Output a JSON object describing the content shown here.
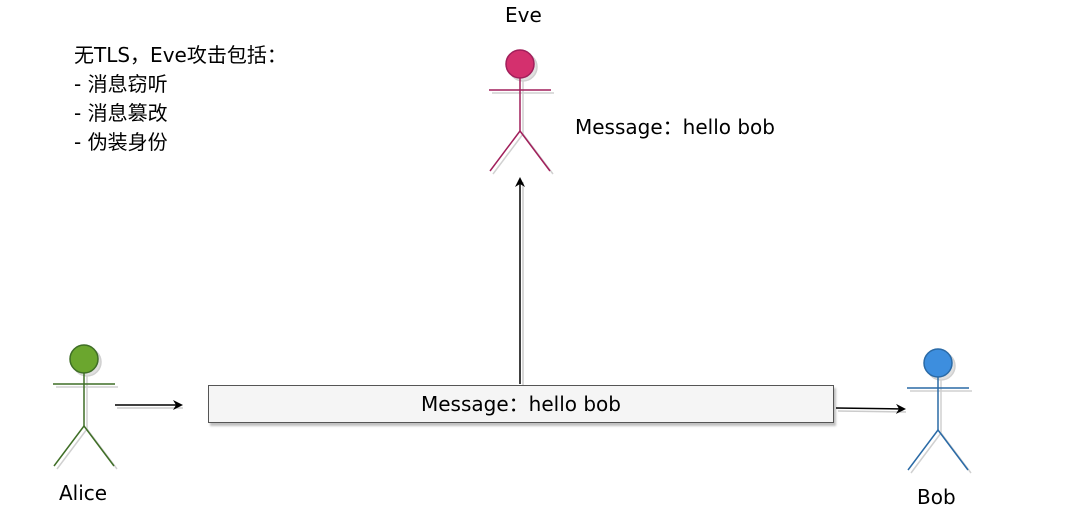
{
  "actors": {
    "eve": {
      "label": "Eve",
      "color": "#a11f5b",
      "head_fill": "#d4306e"
    },
    "alice": {
      "label": "Alice",
      "color": "#3f6e26",
      "head_fill": "#6ba62e"
    },
    "bob": {
      "label": "Bob",
      "color": "#2a6aa6",
      "head_fill": "#3d8ede"
    }
  },
  "note": {
    "title": "无TLS，Eve攻击包括：",
    "items": [
      "-  消息窃听",
      "- 消息篡改",
      "- 伪装身份"
    ]
  },
  "eve_message": "Message：hello bob",
  "channel_message": "Message：hello bob",
  "colors": {
    "arrow": "#000000",
    "box_fill": "#f5f5f5",
    "box_border": "#555555"
  }
}
